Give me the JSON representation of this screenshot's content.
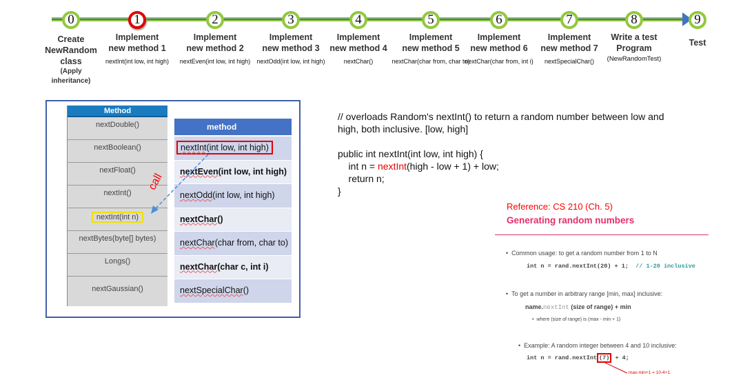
{
  "timeline": {
    "steps": [
      {
        "num": "0",
        "title": "Create NewRandom class",
        "note": "(Apply inheritance)",
        "sub": ""
      },
      {
        "num": "1",
        "title": "Implement new method 1",
        "sub": "nextInt(int low, int high)",
        "active": true
      },
      {
        "num": "2",
        "title": "Implement new method 2",
        "sub": "nextEven(int low, int high)"
      },
      {
        "num": "3",
        "title": "Implement new method 3",
        "sub": "nextOdd(int low, int high)"
      },
      {
        "num": "4",
        "title": "Implement new method 4",
        "sub": "nextChar()"
      },
      {
        "num": "5",
        "title": "Implement new method 5",
        "sub": "nextChar(char from, char to)"
      },
      {
        "num": "6",
        "title": "Implement new method 6",
        "sub": "nextChar(char from, int i)"
      },
      {
        "num": "7",
        "title": "Implement new method 7",
        "sub": "nextSpecialChar()"
      },
      {
        "num": "8",
        "title": "Write a test Program",
        "sub": "(NewRandomTest)"
      },
      {
        "num": "9",
        "title": "Test",
        "sub": ""
      }
    ],
    "colors": {
      "ring": "#92c83e",
      "active_ring": "#e00000",
      "line": "#4472c4"
    }
  },
  "random_table": {
    "header": "Method",
    "rows": [
      "nextDouble()",
      "nextBoolean()",
      "nextFloat()",
      "nextInt()",
      "nextInt(int n)",
      "nextBytes(byte[] bytes)",
      "Longs()",
      "nextGaussian()"
    ]
  },
  "new_table": {
    "header": "method",
    "rows": [
      {
        "name": "nextInt",
        "args": "(int low, int high)"
      },
      {
        "name": "nextEven",
        "args": "(int low, int high)"
      },
      {
        "name": "nextOdd",
        "args": "(int low, int high)"
      },
      {
        "name": "nextChar",
        "args": "()"
      },
      {
        "name": "nextChar",
        "args": "(char from, char to)"
      },
      {
        "name": "nextChar",
        "args": "(char c, int i)"
      },
      {
        "name": "nextSpecialChar",
        "args": "()"
      }
    ]
  },
  "call_label": "call",
  "code": {
    "comment1": "// overloads Random's nextInt() to return a random number between low and",
    "comment2": "high, both inclusive. [low, high]",
    "sig": "public int nextInt(int low, int high) {",
    "l1a": "    int n = ",
    "l1b": "nextInt",
    "l1c": "(high - low + 1) + low;",
    "l2": "    return n;",
    "l3": "}"
  },
  "reference": {
    "label": "Reference: CS 210 (Ch. 5)",
    "title": "Generating random numbers",
    "b1": "Common usage: to get a random number from 1 to N",
    "c1": "int n = rand.nextInt(20) + 1;",
    "c1c": "// 1-20 inclusive",
    "b2": "To get a number in arbitrary range [min, max] inclusive:",
    "c2a": "name.",
    "c2b": "nextInt",
    "c2c": "(size of range)  +  min",
    "b3": "where (size of range) is (max  -  min  +  1)",
    "b4": "Example: A random integer between 4 and 10 inclusive:",
    "c4a": "int n = rand.nextInt",
    "c4b": "(7)",
    "c4c": " + 4;",
    "note": "max-min+1 = 10-4+1"
  }
}
